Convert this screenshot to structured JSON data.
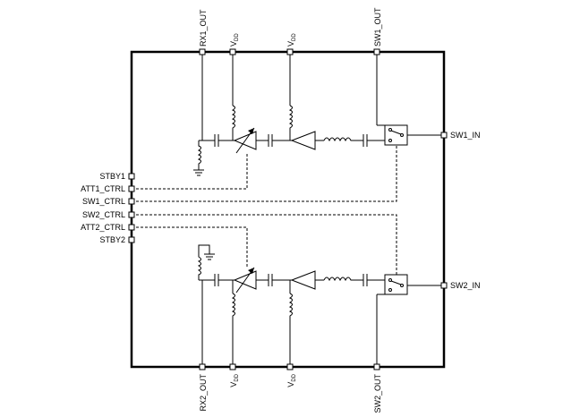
{
  "pins": {
    "top": [
      "RX1_OUT",
      "V_DD",
      "V_DD",
      "SW1_OUT"
    ],
    "bottom": [
      "RX2_OUT",
      "V_DD",
      "V_DD",
      "SW2_OUT"
    ],
    "left": [
      "STBY1",
      "ATT1_CTRL",
      "SW1_CTRL",
      "SW2_CTRL",
      "ATT2_CTRL",
      "STBY2"
    ],
    "right": [
      "SW1_IN",
      "SW2_IN"
    ]
  },
  "vdd": {
    "main": "V",
    "sub": "DD"
  }
}
